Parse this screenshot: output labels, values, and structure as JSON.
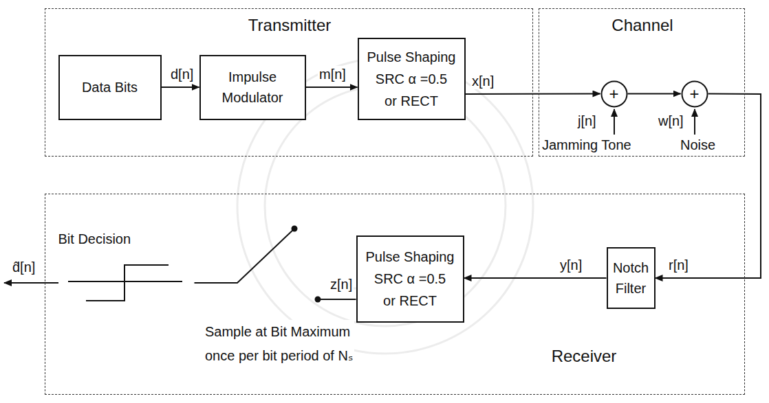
{
  "diagram": {
    "nodes": [
      {
        "text": [
          "Transmitter"
        ]
      },
      {
        "text": [
          "Data Bits"
        ],
        "in": 0
      },
      {
        "text": [
          "Impulse Modulator"
        ],
        "in": 0
      },
      {
        "text": [
          "Pulse Shaping SRC α =0.5 or RECT"
        ],
        "in": 0
      },
      {
        "text": [
          "Channel"
        ]
      },
      {
        "text": [
          "+"
        ],
        "in": 4
      },
      {
        "text": [
          "+"
        ],
        "in": 4
      },
      {
        "text": [
          "Receiver"
        ]
      },
      {
        "text": [
          "Notch Filter"
        ],
        "in": 7
      },
      {
        "text": [
          "Pulse Shaping SRC α =0.5 or RECT"
        ],
        "in": 7
      },
      {
        "text": [
          "Bit Decision"
        ],
        "in": 7
      }
    ],
    "edges": [
      {
        "from": 1,
        "to": 2,
        "label": "d[n]",
        "arrow": "to"
      },
      {
        "from": 2,
        "to": 3,
        "label": "m[n]",
        "arrow": "to"
      },
      {
        "from": 3,
        "to": 5,
        "label": "x[n]",
        "arrow": "to"
      },
      {
        "from": 5,
        "to": 6,
        "arrow": "to"
      },
      {
        "from": 6,
        "to": 8,
        "label": "r[n]",
        "arrow": "to"
      },
      {
        "from": 8,
        "to": 9,
        "label": "y[n]",
        "arrow": "to"
      },
      {
        "from": 9,
        "to": 10,
        "label": "z[n]",
        "arrow": "none"
      }
    ],
    "labels": [
      "j[n]",
      "Jamming Tone",
      "w[n]",
      "Noise",
      "d̂[n]",
      "Sample at Bit Maximum once per bit period of Nₛ"
    ]
  }
}
